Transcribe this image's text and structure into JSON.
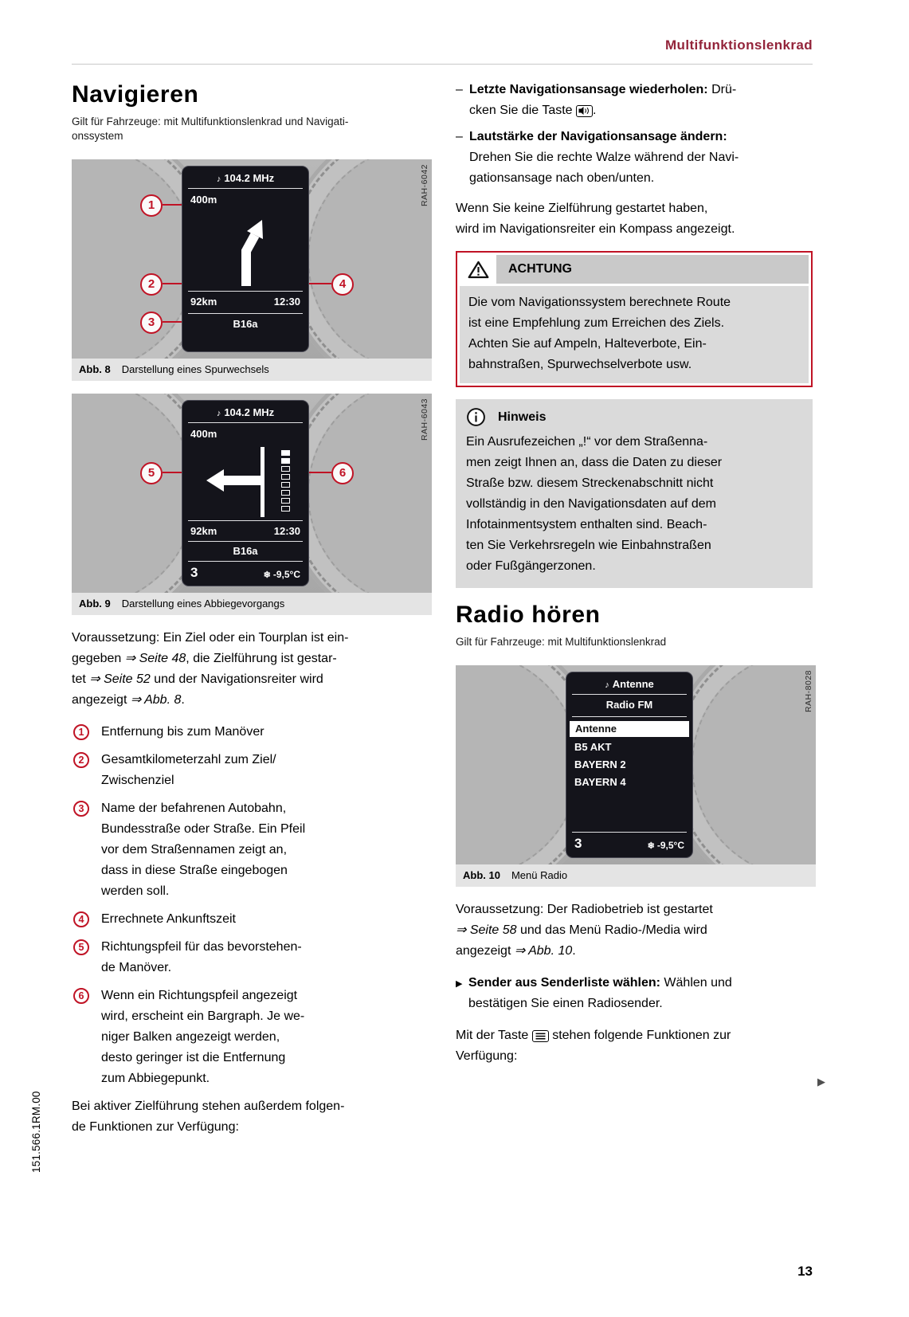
{
  "page": {
    "header_title": "Multifunktionslenkrad",
    "page_number": "13",
    "spine_code": "151.566.1RM.00"
  },
  "icons": {
    "note": "♪",
    "snow": "❄",
    "dash": "–",
    "tri": "▶",
    "cont": "▶",
    "warn_mark": "!",
    "info_mark": "i"
  },
  "nav": {
    "heading": "Navigieren",
    "applicability": "Gilt für Fahrzeuge: mit Multifunktionslenkrad und Navigati-\nonssystem",
    "fig8": {
      "code": "RAH-6042",
      "freq": "104.2 MHz",
      "distance": "400m",
      "total": "92km",
      "time": "12:30",
      "road": "B16a",
      "c1": "1",
      "c2": "2",
      "c3": "3",
      "c4": "4",
      "caption_label": "Abb. 8",
      "caption_text": "Darstellung eines Spurwechsels"
    },
    "fig9": {
      "code": "RAH-6043",
      "freq": "104.2 MHz",
      "distance": "400m",
      "total": "92km",
      "time": "12:30",
      "road": "B16a",
      "gear": "3",
      "temp": "-9,5°C",
      "c5": "5",
      "c6": "6",
      "caption_label": "Abb. 9",
      "caption_text": "Darstellung eines Abbiegevorgangs"
    },
    "prereq": {
      "s1": "Voraussetzung: Ein Ziel oder ein Tourplan ist ein-\ngegeben ",
      "ref1": "⇒ Seite 48",
      "s2": ", die Zielführung ist gestar-\ntet ",
      "ref2": "⇒ Seite 52",
      "s3": " und der Navigationsreiter wird\nangezeigt ",
      "ref3": "⇒ Abb. 8",
      "s4": "."
    },
    "legend": [
      {
        "num": "1",
        "text": "Entfernung bis zum Manöver"
      },
      {
        "num": "2",
        "text": "Gesamtkilometerzahl zum Ziel/\nZwischenziel"
      },
      {
        "num": "3",
        "text": "Name der befahrenen Autobahn,\nBundesstraße oder Straße. Ein Pfeil\nvor dem Straßennamen zeigt an,\ndass in diese Straße eingebogen\nwerden soll."
      },
      {
        "num": "4",
        "text": "Errechnete Ankunftszeit"
      },
      {
        "num": "5",
        "text": "Richtungspfeil für das bevorstehen-\nde Manöver."
      },
      {
        "num": "6",
        "text": "Wenn ein Richtungspfeil angezeigt\nwird, erscheint ein Bargraph. Je we-\nniger Balken angezeigt werden,\ndesto geringer ist die Entfernung\nzum Abbiegepunkt."
      }
    ],
    "outro": "Bei aktiver Zielführung stehen außerdem folgen-\nde Funktionen zur Verfügung:"
  },
  "right": {
    "bullets": [
      {
        "lead": "Letzte Navigationsansage wiederholen:",
        "rest1": " Drü-\ncken Sie die Taste ",
        "rest2": "."
      },
      {
        "lead": "Lautstärke der Navigationsansage ändern:",
        "rest1": "\nDrehen Sie die rechte Walze während der Navi-\ngationsansage nach oben/unten."
      }
    ],
    "compass_para": "Wenn Sie keine Zielführung gestartet haben,\nwird im Navigationsreiter ein Kompass angezeigt.",
    "warning": {
      "title": "ACHTUNG",
      "body": "Die vom Navigationssystem berechnete Route\nist eine Empfehlung zum Erreichen des Ziels.\nAchten Sie auf Ampeln, Halteverbote, Ein-\nbahnstraßen, Spurwechselverbote usw."
    },
    "note": {
      "title": "Hinweis",
      "body": "Ein Ausrufezeichen „!“ vor dem Straßenna-\nmen zeigt Ihnen an, dass die Daten zu dieser\nStraße bzw. diesem Streckenabschnitt nicht\nvollständig in den Navigationsdaten auf dem\nInfotainmentsystem enthalten sind. Beach-\nten Sie Verkehrsregeln wie Einbahnstraßen\noder Fußgängerzonen."
    }
  },
  "radio": {
    "heading": "Radio hören",
    "applicability": "Gilt für Fahrzeuge: mit Multifunktionslenkrad",
    "fig10": {
      "code": "RAH-8028",
      "source": "Antenne",
      "band": "Radio FM",
      "stations": [
        "Antenne",
        "B5 AKT",
        "BAYERN 2",
        "BAYERN 4"
      ],
      "gear": "3",
      "temp": "-9,5°C",
      "caption_label": "Abb. 10",
      "caption_text": "Menü Radio"
    },
    "prereq": {
      "s1": "Voraussetzung: Der Radiobetrieb ist gestartet\n",
      "ref1": "⇒ Seite 58",
      "s2": " und das Menü Radio-/Media wird\nangezeigt ",
      "ref2": "⇒ Abb. 10",
      "s3": "."
    },
    "bullet": {
      "lead": "Sender aus Senderliste wählen:",
      "rest": " Wählen und\nbestätigen Sie einen Radiosender."
    },
    "footer": {
      "s1": "Mit der Taste ",
      "s2": " stehen folgende Funktionen zur\nVerfügung:"
    }
  }
}
